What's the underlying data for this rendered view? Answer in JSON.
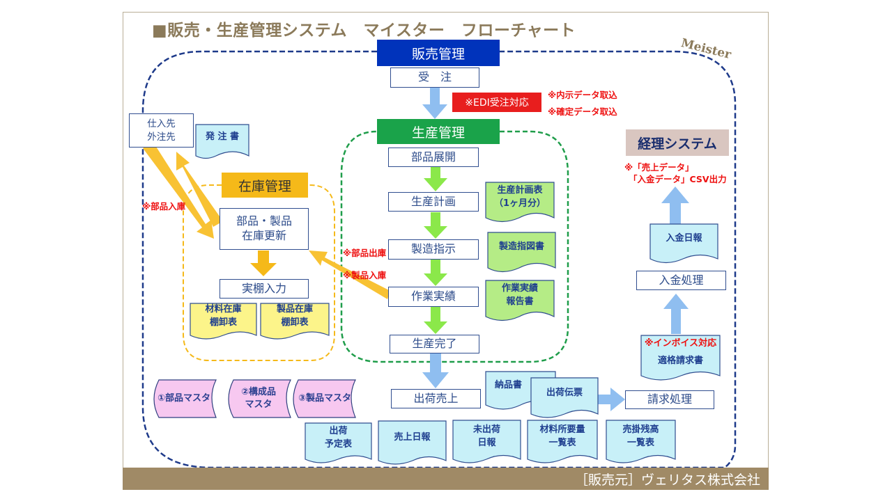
{
  "title": "■販売・生産管理システム　マイスター　フローチャート",
  "brand_mark": "Meister",
  "footer": "［販売元］ヴェリタス株式会社",
  "colors": {
    "sales_header": "#0033bb",
    "production_header": "#1aa34a",
    "inventory_header": "#f5b919",
    "accounting_header": "#d9c6c0",
    "note_red": "#e11111",
    "footer_bar": "#a08a66"
  },
  "sections": {
    "sales": "販売管理",
    "production": "生産管理",
    "inventory": "在庫管理",
    "accounting": "経理システム"
  },
  "processes": {
    "order_receipt": "受　注",
    "parts_expansion": "部品展開",
    "production_plan": "生産計画",
    "manufacturing_order": "製造指示",
    "work_results": "作業実績",
    "production_complete": "生産完了",
    "shipping_sales": "出荷売上",
    "billing": "請求処理",
    "payment": "入金処理",
    "stock_update_line1": "部品・製品",
    "stock_update_line2": "在庫更新",
    "physical_count": "実棚入力",
    "supplier_line1": "仕入先",
    "supplier_line2": "外注先"
  },
  "documents": {
    "purchase_order": "発 注 書",
    "production_plan_sheet_line1": "生産計画表",
    "production_plan_sheet_line2": "（1ヶ月分）",
    "manufacturing_drawing": "製造指図書",
    "work_report_line1": "作業実績",
    "work_report_line2": "報告書",
    "material_inventory_line1": "材料在庫",
    "material_inventory_line2": "棚卸表",
    "product_inventory_line1": "製品在庫",
    "product_inventory_line2": "棚卸表",
    "delivery_note": "納品書",
    "shipping_slip": "出荷伝票",
    "payment_daily": "入金日報",
    "qualified_invoice": "適格請求書",
    "shipping_schedule_line1": "出荷",
    "shipping_schedule_line2": "予定表",
    "sales_daily": "売上日報",
    "unshipped_line1": "未出荷",
    "unshipped_line2": "日報",
    "material_req_line1": "材料所要量",
    "material_req_line2": "一覧表",
    "receivable_line1": "売掛残高",
    "receivable_line2": "一覧表"
  },
  "masters": {
    "parts": "①部品マスタ",
    "component_line1": "②構成品",
    "component_line2": "マスタ",
    "product": "③製品マスタ"
  },
  "notes": {
    "edi": "※EDI受注対応",
    "forecast_import": "※内示データ取込",
    "confirmed_import": "※確定データ取込",
    "parts_receipt": "※部品入庫",
    "parts_issue": "※部品出庫",
    "product_receipt": "※製品入庫",
    "csv_output_line1": "※「売上データ」",
    "csv_output_line2": "「入金データ」CSV出力",
    "invoice_support": "※インボイス対応"
  }
}
